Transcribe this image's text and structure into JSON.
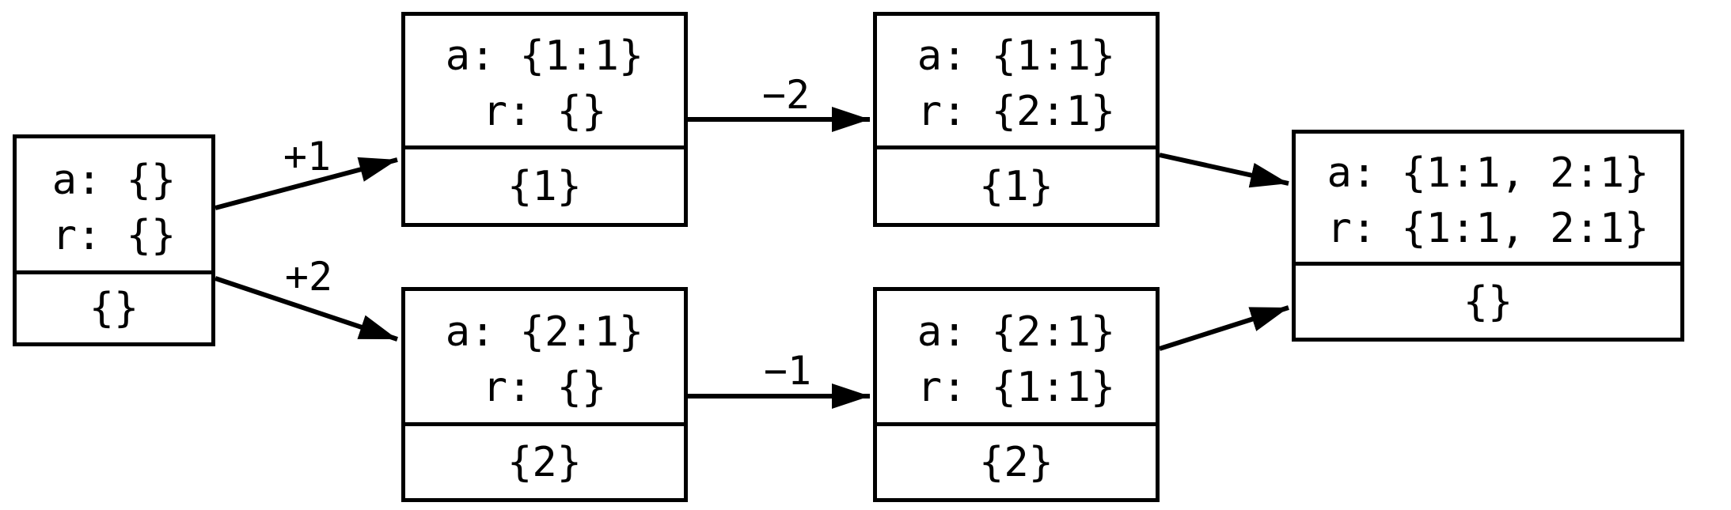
{
  "colors": {
    "stroke": "#000000",
    "background": "#ffffff"
  },
  "nodes": [
    {
      "id": "initial",
      "register_a": "a: {}",
      "register_r": "r: {}",
      "token_set": "{}"
    },
    {
      "id": "after-plus1",
      "register_a": "a: {1:1}",
      "register_r": "r: {}",
      "token_set": "{1}"
    },
    {
      "id": "after-minus2",
      "register_a": "a: {1:1}",
      "register_r": "r: {2:1}",
      "token_set": "{1}"
    },
    {
      "id": "after-plus2",
      "register_a": "a: {2:1}",
      "register_r": "r: {}",
      "token_set": "{2}"
    },
    {
      "id": "after-minus1",
      "register_a": "a: {2:1}",
      "register_r": "r: {1:1}",
      "token_set": "{2}"
    },
    {
      "id": "merged-final",
      "register_a": "a: {1:1, 2:1}",
      "register_r": "r: {1:1, 2:1}",
      "token_set": "{}"
    }
  ],
  "edges": [
    {
      "from": "initial",
      "to": "after-plus1",
      "label": "+1"
    },
    {
      "from": "initial",
      "to": "after-plus2",
      "label": "+2"
    },
    {
      "from": "after-plus1",
      "to": "after-minus2",
      "label": "−2"
    },
    {
      "from": "after-plus2",
      "to": "after-minus1",
      "label": "−1"
    },
    {
      "from": "after-minus2",
      "to": "merged-final",
      "label": ""
    },
    {
      "from": "after-minus1",
      "to": "merged-final",
      "label": ""
    }
  ]
}
